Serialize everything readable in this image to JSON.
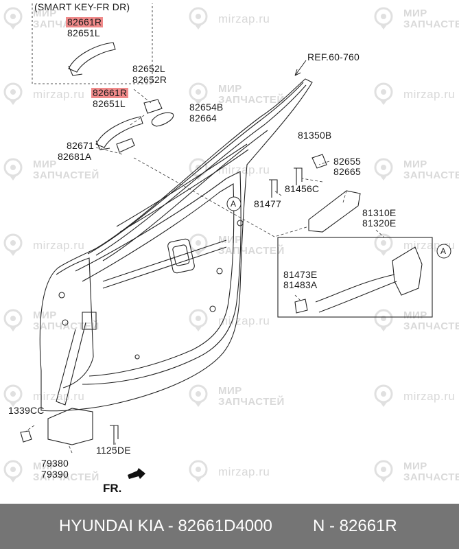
{
  "diagram": {
    "smart_key_label": "(SMART KEY-FR DR)",
    "ref_label": "REF.60-760",
    "fr_label": "FR.",
    "callouts": {
      "p1_line1": "82661R",
      "p1_line2": "82651L",
      "p2_line1": "82661R",
      "p2_line2": "82651L",
      "p3_line1": "82652L",
      "p3_line2": "82652R",
      "p4_line1": "82654B",
      "p4_line2": "82664",
      "p5_line1": "82671",
      "p5_line2": "82681A",
      "p6_line1": "81350B",
      "p7_line1": "82655",
      "p7_line2": "82665",
      "p8_line1": "81456C",
      "p9_line1": "81477",
      "p10_line1": "81310E",
      "p10_line2": "81320E",
      "p11_line1": "81473E",
      "p11_line2": "81483A",
      "p12_line1": "1339CC",
      "p13_line1": "79380",
      "p13_line2": "79390",
      "p14_line1": "1125DE"
    },
    "detail_marker": "A",
    "highlight_color": "#f08a8a"
  },
  "watermark": {
    "line1": "МИР",
    "line2": "ЗАПЧАСТЕЙ",
    "site": "mirzap.ru"
  },
  "footer": {
    "left_text": "HYUNDAI  KIA - 82661D4000",
    "right_text": "N - 82661R",
    "bg_color": "#757575"
  }
}
